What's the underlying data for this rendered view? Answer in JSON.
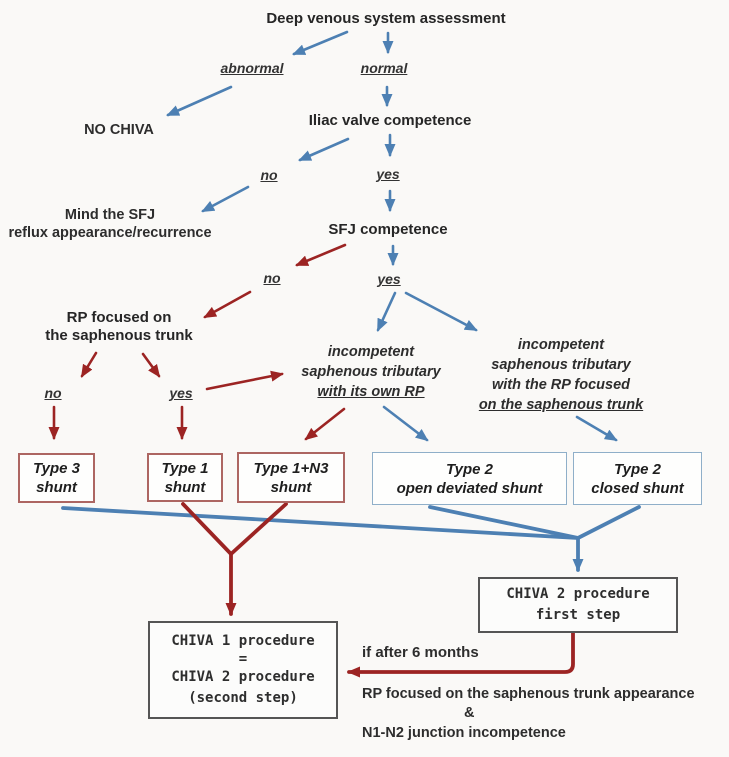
{
  "colors": {
    "arrow_blue": "#4d80b3",
    "arrow_red": "#9c2423",
    "box_red_border": "#ad6662",
    "box_blue_border": "#8fafc9",
    "box_gray_border": "#555555",
    "background": "#faf9f7",
    "text": "#262626"
  },
  "nodes": {
    "title": "Deep venous system assessment",
    "abnormal": "abnormal",
    "normal": "normal",
    "no_chiva": "NO CHIVA",
    "iliac": "Iliac valve competence",
    "iliac_no": "no",
    "iliac_yes": "yes",
    "mind_sfj": {
      "line1": "Mind the SFJ",
      "line2": "reflux appearance/recurrence"
    },
    "sfj": "SFJ competence",
    "sfj_no": "no",
    "sfj_yes": "yes",
    "rp_trunk": {
      "line1": "RP focused on",
      "line2": "the saphenous trunk"
    },
    "rp_no": "no",
    "rp_yes": "yes",
    "trib_own_rp": {
      "line1": "incompetent",
      "line2": "saphenous tributary",
      "line3": "with its own RP"
    },
    "trib_trunk": {
      "line1": "incompetent",
      "line2": "saphenous tributary",
      "line3": "with the RP focused",
      "line4": "on the saphenous trunk"
    }
  },
  "boxes": {
    "type3": {
      "line1": "Type 3",
      "line2": "shunt"
    },
    "type1": {
      "line1": "Type 1",
      "line2": "shunt"
    },
    "type1n3": {
      "line1": "Type 1+N3",
      "line2": "shunt"
    },
    "type2_open": {
      "line1": "Type 2",
      "line2": "open deviated shunt"
    },
    "type2_closed": {
      "line1": "Type 2",
      "line2": "closed shunt"
    },
    "chiva2": {
      "line1": "CHIVA 2 procedure",
      "line2": "first step"
    },
    "chiva1": {
      "line1": "CHIVA 1 procedure",
      "line2": "=",
      "line3": "CHIVA 2 procedure",
      "line4": "(second step)"
    }
  },
  "feedback": {
    "label": "if after 6 months",
    "line1": "RP focused on the saphenous trunk appearance",
    "line2": "&",
    "line3": "N1-N2 junction incompetence"
  }
}
